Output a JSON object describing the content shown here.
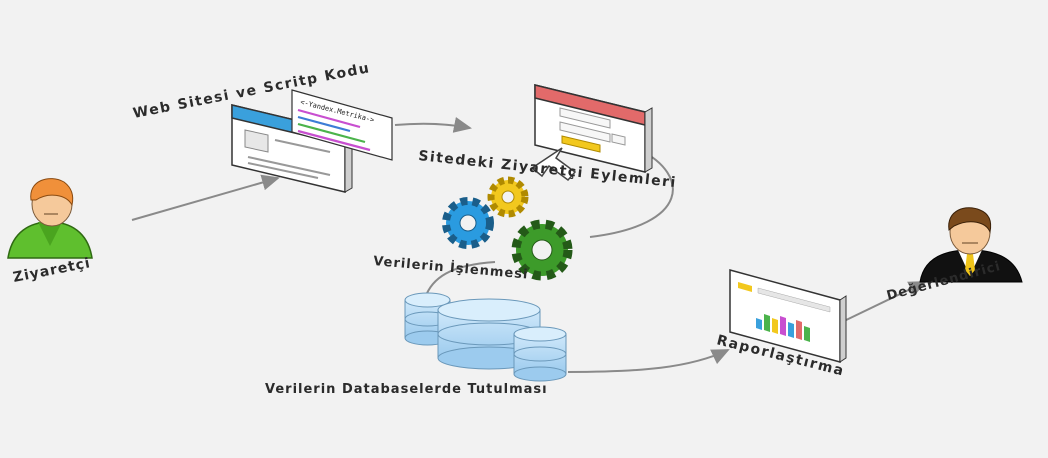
{
  "labels": {
    "visitor": "Ziyaretçi",
    "website_script": "Web Sitesi ve Scritp Kodu",
    "code_tag": "<-Yandex.Metrika->",
    "visitor_actions": "Sitedeki Ziyaretçi Eylemleri",
    "processing": "Verilerin İşlenmesi",
    "database": "Verilerin Databaselerde Tutulması",
    "reporting": "Raporlaştırma",
    "evaluator": "Değerlendirici"
  },
  "colors": {
    "background": "#f2f2f2",
    "browser_blue": "#3aa0dc",
    "browser_red": "#e26a6a",
    "gear_blue": "#2a9be0",
    "gear_yellow": "#f2c81e",
    "gear_green": "#3d9b2a",
    "db_blue": "#b9dcf4",
    "visitor_shirt": "#5fbf2e",
    "visitor_hair": "#f0903a",
    "evaluator_suit": "#111111",
    "evaluator_tie": "#f0c419"
  }
}
